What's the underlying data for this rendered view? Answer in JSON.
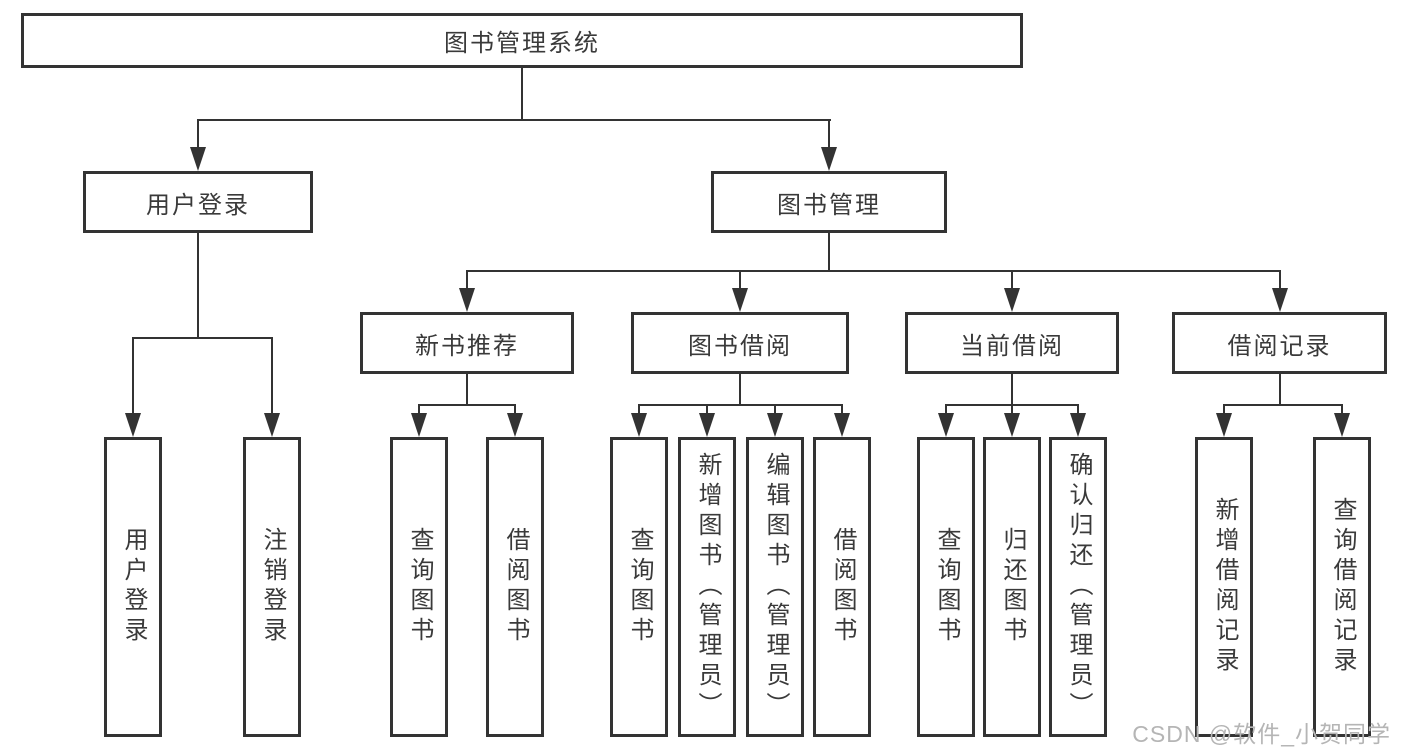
{
  "diagram": {
    "type": "tree",
    "title": "图书管理系统",
    "watermark": "CSDN @软件_小贺同学",
    "colors": {
      "line": "#333333",
      "text": "#3a3a3a",
      "box_background": "#ffffff",
      "watermark": "#b5b5b5",
      "background": "#ffffff"
    },
    "nodes": {
      "root": {
        "label": "图书管理系统"
      },
      "level2": [
        {
          "label": "用户登录",
          "parent": "图书管理系统"
        },
        {
          "label": "图书管理",
          "parent": "图书管理系统"
        }
      ],
      "level3": [
        {
          "label": "新书推荐",
          "parent": "图书管理"
        },
        {
          "label": "图书借阅",
          "parent": "图书管理"
        },
        {
          "label": "当前借阅",
          "parent": "图书管理"
        },
        {
          "label": "借阅记录",
          "parent": "图书管理"
        }
      ],
      "level4": [
        {
          "label": "用户登录",
          "parent": "用户登录"
        },
        {
          "label": "注销登录",
          "parent": "用户登录"
        },
        {
          "label": "查询图书",
          "parent": "新书推荐"
        },
        {
          "label": "借阅图书",
          "parent": "新书推荐"
        },
        {
          "label": "查询图书",
          "parent": "图书借阅"
        },
        {
          "label": "新增图书（管理员）",
          "parent": "图书借阅"
        },
        {
          "label": "编辑图书（管理员）",
          "parent": "图书借阅"
        },
        {
          "label": "借阅图书",
          "parent": "图书借阅"
        },
        {
          "label": "查询图书",
          "parent": "当前借阅"
        },
        {
          "label": "归还图书",
          "parent": "当前借阅"
        },
        {
          "label": "确认归还（管理员）",
          "parent": "当前借阅"
        },
        {
          "label": "新增借阅记录",
          "parent": "借阅记录"
        },
        {
          "label": "查询借阅记录",
          "parent": "借阅记录"
        }
      ]
    }
  }
}
